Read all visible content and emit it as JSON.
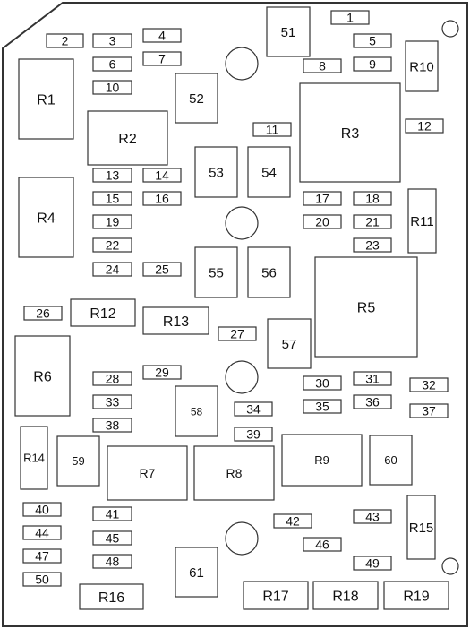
{
  "diagram": {
    "components": [
      {
        "id": "1"
      },
      {
        "id": "2"
      },
      {
        "id": "3"
      },
      {
        "id": "4"
      },
      {
        "id": "5"
      },
      {
        "id": "6"
      },
      {
        "id": "7"
      },
      {
        "id": "8"
      },
      {
        "id": "9"
      },
      {
        "id": "10"
      },
      {
        "id": "11"
      },
      {
        "id": "12"
      },
      {
        "id": "13"
      },
      {
        "id": "14"
      },
      {
        "id": "15"
      },
      {
        "id": "16"
      },
      {
        "id": "17"
      },
      {
        "id": "18"
      },
      {
        "id": "19"
      },
      {
        "id": "20"
      },
      {
        "id": "21"
      },
      {
        "id": "22"
      },
      {
        "id": "23"
      },
      {
        "id": "24"
      },
      {
        "id": "25"
      },
      {
        "id": "26"
      },
      {
        "id": "27"
      },
      {
        "id": "28"
      },
      {
        "id": "29"
      },
      {
        "id": "30"
      },
      {
        "id": "31"
      },
      {
        "id": "32"
      },
      {
        "id": "33"
      },
      {
        "id": "34"
      },
      {
        "id": "35"
      },
      {
        "id": "36"
      },
      {
        "id": "37"
      },
      {
        "id": "38"
      },
      {
        "id": "39"
      },
      {
        "id": "40"
      },
      {
        "id": "41"
      },
      {
        "id": "42"
      },
      {
        "id": "43"
      },
      {
        "id": "44"
      },
      {
        "id": "45"
      },
      {
        "id": "46"
      },
      {
        "id": "47"
      },
      {
        "id": "48"
      },
      {
        "id": "49"
      },
      {
        "id": "50"
      },
      {
        "id": "51"
      },
      {
        "id": "52"
      },
      {
        "id": "53"
      },
      {
        "id": "54"
      },
      {
        "id": "55"
      },
      {
        "id": "56"
      },
      {
        "id": "57"
      },
      {
        "id": "58"
      },
      {
        "id": "59"
      },
      {
        "id": "60"
      },
      {
        "id": "61"
      },
      {
        "id": "R1"
      },
      {
        "id": "R2"
      },
      {
        "id": "R3"
      },
      {
        "id": "R4"
      },
      {
        "id": "R5"
      },
      {
        "id": "R6"
      },
      {
        "id": "R7"
      },
      {
        "id": "R8"
      },
      {
        "id": "R9"
      },
      {
        "id": "R10"
      },
      {
        "id": "R11"
      },
      {
        "id": "R12"
      },
      {
        "id": "R13"
      },
      {
        "id": "R14"
      },
      {
        "id": "R15"
      },
      {
        "id": "R16"
      },
      {
        "id": "R17"
      },
      {
        "id": "R18"
      },
      {
        "id": "R19"
      }
    ]
  }
}
